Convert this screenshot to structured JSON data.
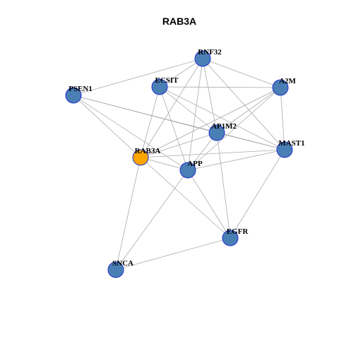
{
  "title": "RAB3A",
  "colors": {
    "node_default": "#4a7fb5",
    "node_highlight": "#ffa500",
    "node_border": "#1f2fd0",
    "edge": "#ababab"
  },
  "nodes": [
    {
      "id": "RNF32",
      "label": "RNF32",
      "highlight": false
    },
    {
      "id": "ECSIT",
      "label": "ECSIT",
      "highlight": false
    },
    {
      "id": "PSEN1",
      "label": "PSEN1",
      "highlight": false
    },
    {
      "id": "A2M",
      "label": "A2M",
      "highlight": false
    },
    {
      "id": "AP1M2",
      "label": "AP1M2",
      "highlight": false
    },
    {
      "id": "MAST1",
      "label": "MAST1",
      "highlight": false
    },
    {
      "id": "RAB3A",
      "label": "RAB3A",
      "highlight": true
    },
    {
      "id": "APP",
      "label": "APP",
      "highlight": false
    },
    {
      "id": "EGFR",
      "label": "EGFR",
      "highlight": false
    },
    {
      "id": "SNCA",
      "label": "SNCA",
      "highlight": false
    }
  ],
  "edges": [
    [
      "RNF32",
      "PSEN1"
    ],
    [
      "RNF32",
      "ECSIT"
    ],
    [
      "RNF32",
      "A2M"
    ],
    [
      "RNF32",
      "AP1M2"
    ],
    [
      "RNF32",
      "MAST1"
    ],
    [
      "RNF32",
      "RAB3A"
    ],
    [
      "RNF32",
      "APP"
    ],
    [
      "ECSIT",
      "A2M"
    ],
    [
      "ECSIT",
      "AP1M2"
    ],
    [
      "ECSIT",
      "MAST1"
    ],
    [
      "ECSIT",
      "RAB3A"
    ],
    [
      "ECSIT",
      "APP"
    ],
    [
      "PSEN1",
      "AP1M2"
    ],
    [
      "PSEN1",
      "MAST1"
    ],
    [
      "PSEN1",
      "RAB3A"
    ],
    [
      "PSEN1",
      "APP"
    ],
    [
      "A2M",
      "AP1M2"
    ],
    [
      "A2M",
      "MAST1"
    ],
    [
      "A2M",
      "RAB3A"
    ],
    [
      "A2M",
      "APP"
    ],
    [
      "AP1M2",
      "MAST1"
    ],
    [
      "AP1M2",
      "RAB3A"
    ],
    [
      "AP1M2",
      "APP"
    ],
    [
      "AP1M2",
      "EGFR"
    ],
    [
      "MAST1",
      "RAB3A"
    ],
    [
      "MAST1",
      "APP"
    ],
    [
      "MAST1",
      "EGFR"
    ],
    [
      "RAB3A",
      "APP"
    ],
    [
      "RAB3A",
      "EGFR"
    ],
    [
      "RAB3A",
      "SNCA"
    ],
    [
      "APP",
      "EGFR"
    ],
    [
      "APP",
      "SNCA"
    ],
    [
      "EGFR",
      "SNCA"
    ]
  ]
}
